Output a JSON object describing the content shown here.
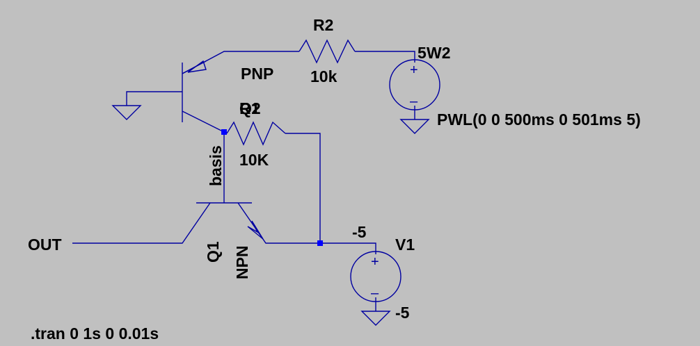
{
  "schematic": {
    "R2": {
      "name": "R2",
      "value": "10k"
    },
    "R1": {
      "name": "R1",
      "value": "10K"
    },
    "Q2": {
      "name": "Q2",
      "model": "PNP"
    },
    "Q1": {
      "name": "Q1",
      "model": "NPN"
    },
    "W2": {
      "name": "W2",
      "top_value": "5",
      "waveform": "PWL(0 0 500ms 0 501ms 5)"
    },
    "V1": {
      "name": "V1",
      "top_value": "-5",
      "bottom_value": "-5"
    },
    "net_labels": {
      "basis": "basis",
      "out": "OUT"
    },
    "directive": ".tran 0 1s 0 0.01s",
    "source_signs": {
      "plus": "+",
      "minus": "–"
    }
  }
}
